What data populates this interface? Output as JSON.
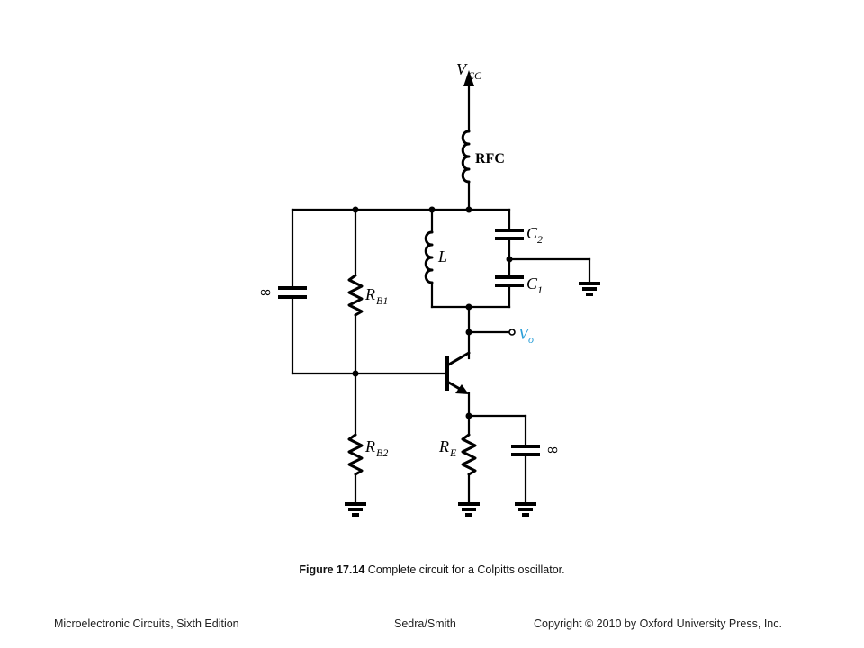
{
  "figure": {
    "caption_number": "Figure 17.14",
    "caption_text": "Complete circuit for a Colpitts oscillator."
  },
  "labels": {
    "vcc": "V",
    "vcc_sub": "CC",
    "rfc": "RFC",
    "c2": "C",
    "c2_sub": "2",
    "c1": "C",
    "c1_sub": "1",
    "l": "L",
    "rb1": "R",
    "rb1_sub": "B1",
    "rb2": "R",
    "rb2_sub": "B2",
    "re": "R",
    "re_sub": "E",
    "vo": "V",
    "vo_sub": "o",
    "inf_left": "∞",
    "inf_right": "∞"
  },
  "colors": {
    "output_label": "#2b9fd8"
  },
  "footer": {
    "left": "Microelectronic Circuits, Sixth Edition",
    "center": "Sedra/Smith",
    "right": "Copyright © 2010 by Oxford University Press, Inc."
  }
}
